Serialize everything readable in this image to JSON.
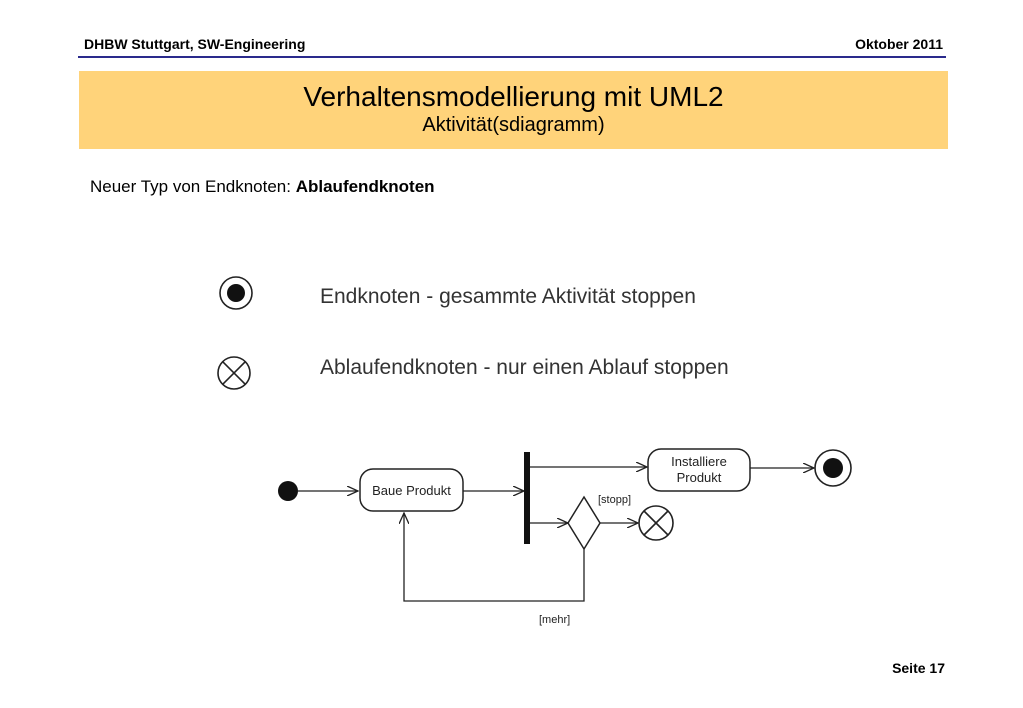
{
  "header": {
    "left": "DHBW Stuttgart, SW-Engineering",
    "right": "Oktober 2011"
  },
  "title": {
    "main": "Verhaltensmodellierung mit UML2",
    "sub": "Aktivität(sdiagramm)"
  },
  "intro": {
    "text": "Neuer Typ von Endknoten: ",
    "emphasis": "Ablaufendknoten"
  },
  "legend": [
    {
      "icon": "final-node-icon",
      "text": "Endknoten - gesammte Aktivität stoppen"
    },
    {
      "icon": "flow-final-node-icon",
      "text": "Ablaufendknoten - nur einen Ablauf stoppen"
    }
  ],
  "diagram": {
    "action1": "Baue Produkt",
    "action2_line1": "Installiere",
    "action2_line2": "Produkt",
    "guard_stop": "[stopp]",
    "guard_more": "[mehr]"
  },
  "footer": {
    "page": "Seite 17"
  }
}
